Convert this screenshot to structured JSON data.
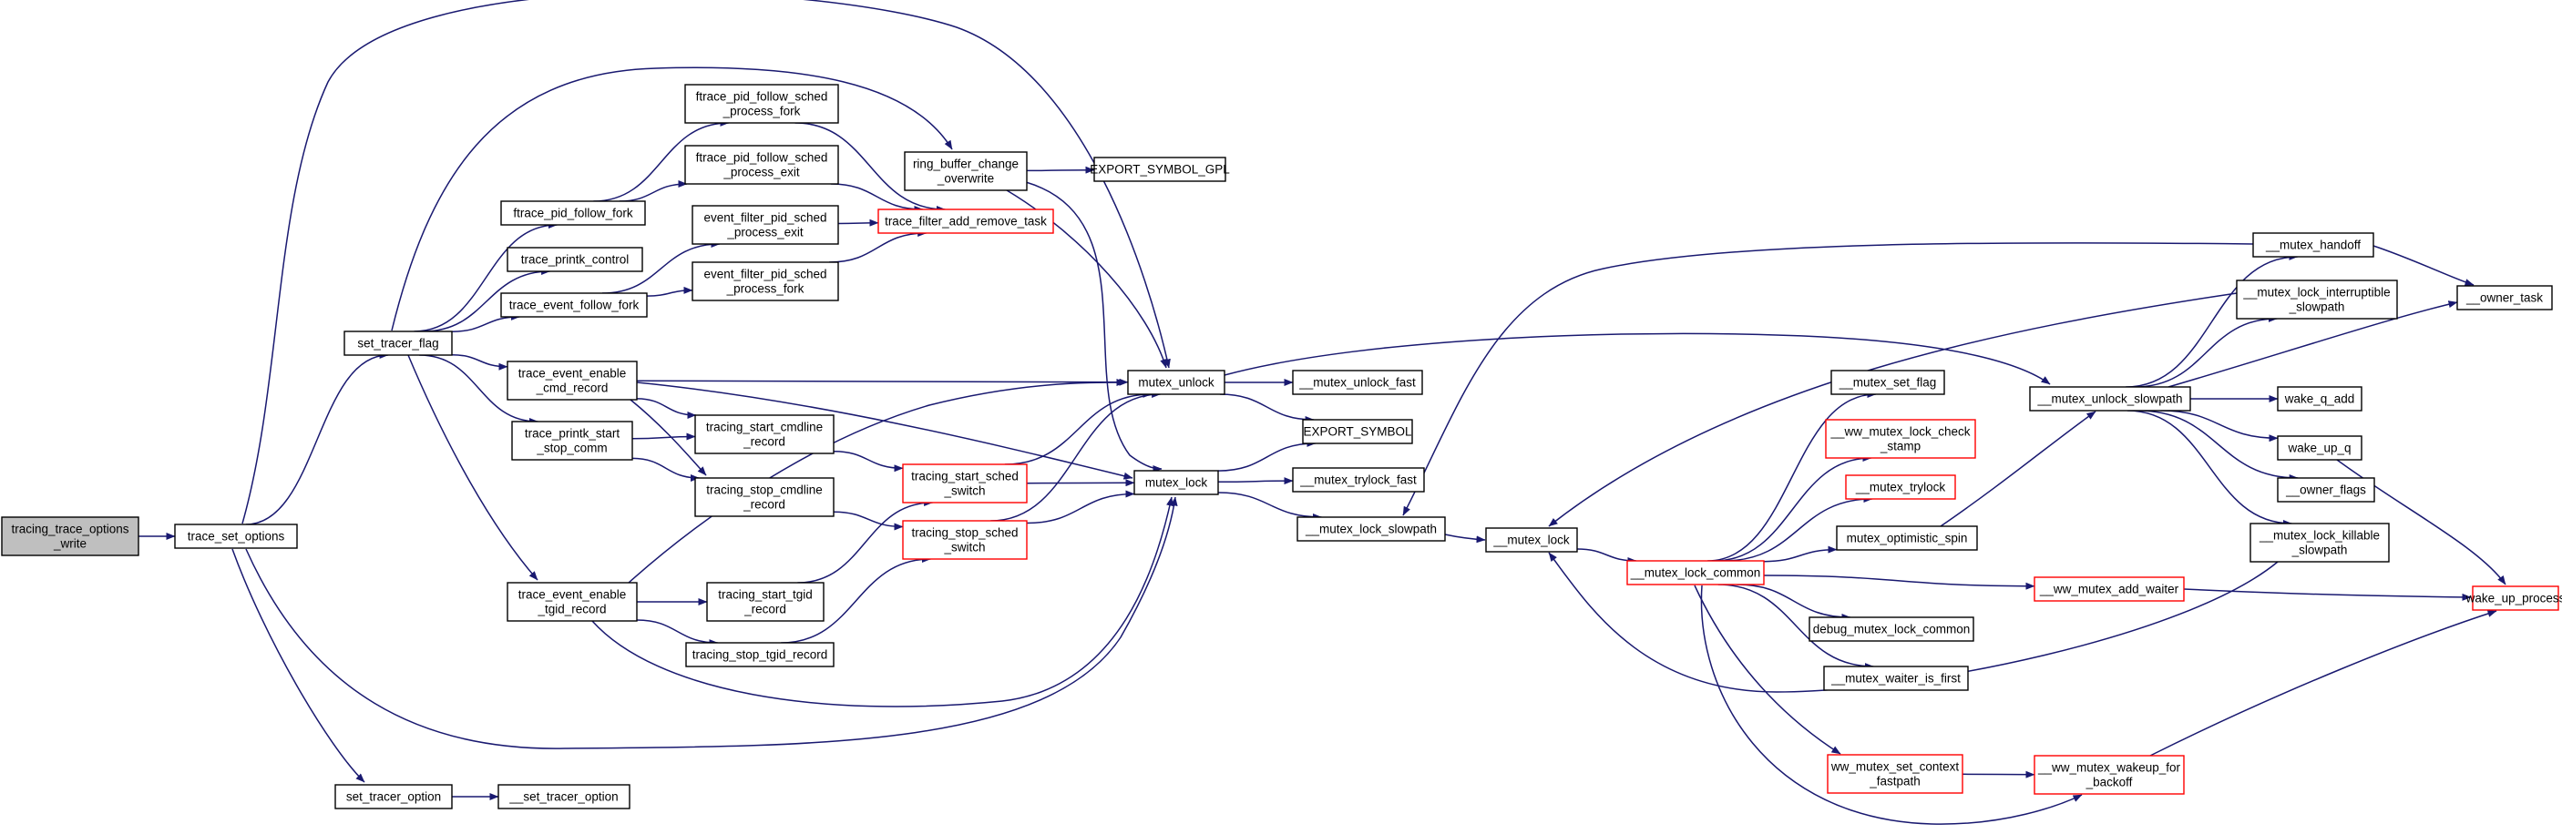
{
  "diagram": {
    "type": "call-graph",
    "colors": {
      "edge": "#191970",
      "node_border": "#000000",
      "truncated_node_border": "#ff0000",
      "root_fill": "#bfbfbf",
      "node_fill": "#ffffff"
    },
    "nodes": [
      {
        "id": "root",
        "lines": [
          "tracing_trace_options",
          "_write"
        ],
        "style": "root"
      },
      {
        "id": "trace_set_options",
        "lines": [
          "trace_set_options"
        ],
        "style": "normal"
      },
      {
        "id": "set_tracer_flag",
        "lines": [
          "set_tracer_flag"
        ],
        "style": "normal"
      },
      {
        "id": "set_tracer_option",
        "lines": [
          "set_tracer_option"
        ],
        "style": "normal"
      },
      {
        "id": "__set_tracer_option",
        "lines": [
          "__set_tracer_option"
        ],
        "style": "normal"
      },
      {
        "id": "ftrace_pid_follow_fork",
        "lines": [
          "ftrace_pid_follow_fork"
        ],
        "style": "normal"
      },
      {
        "id": "trace_printk_control",
        "lines": [
          "trace_printk_control"
        ],
        "style": "normal"
      },
      {
        "id": "trace_event_follow_fork",
        "lines": [
          "trace_event_follow_fork"
        ],
        "style": "normal"
      },
      {
        "id": "trace_event_enable_cmd_record",
        "lines": [
          "trace_event_enable",
          "_cmd_record"
        ],
        "style": "normal"
      },
      {
        "id": "trace_printk_start_stop_comm",
        "lines": [
          "trace_printk_start",
          "_stop_comm"
        ],
        "style": "normal"
      },
      {
        "id": "trace_event_enable_tgid_record",
        "lines": [
          "trace_event_enable",
          "_tgid_record"
        ],
        "style": "normal"
      },
      {
        "id": "ftrace_pid_follow_sched_process_fork",
        "lines": [
          "ftrace_pid_follow_sched",
          "_process_fork"
        ],
        "style": "normal"
      },
      {
        "id": "ftrace_pid_follow_sched_process_exit",
        "lines": [
          "ftrace_pid_follow_sched",
          "_process_exit"
        ],
        "style": "normal"
      },
      {
        "id": "event_filter_pid_sched_process_exit",
        "lines": [
          "event_filter_pid_sched",
          "_process_exit"
        ],
        "style": "normal"
      },
      {
        "id": "event_filter_pid_sched_process_fork",
        "lines": [
          "event_filter_pid_sched",
          "_process_fork"
        ],
        "style": "normal"
      },
      {
        "id": "tracing_start_cmdline_record",
        "lines": [
          "tracing_start_cmdline",
          "_record"
        ],
        "style": "normal"
      },
      {
        "id": "tracing_stop_cmdline_record",
        "lines": [
          "tracing_stop_cmdline",
          "_record"
        ],
        "style": "normal"
      },
      {
        "id": "tracing_start_tgid_record",
        "lines": [
          "tracing_start_tgid",
          "_record"
        ],
        "style": "normal"
      },
      {
        "id": "tracing_stop_tgid_record",
        "lines": [
          "tracing_stop_tgid_record"
        ],
        "style": "normal"
      },
      {
        "id": "trace_filter_add_remove_task",
        "lines": [
          "trace_filter_add_remove_task"
        ],
        "style": "truncated"
      },
      {
        "id": "tracing_start_sched_switch",
        "lines": [
          "tracing_start_sched",
          "_switch"
        ],
        "style": "truncated"
      },
      {
        "id": "tracing_stop_sched_switch",
        "lines": [
          "tracing_stop_sched",
          "_switch"
        ],
        "style": "truncated"
      },
      {
        "id": "ring_buffer_change_overwrite",
        "lines": [
          "ring_buffer_change",
          "_overwrite"
        ],
        "style": "normal"
      },
      {
        "id": "EXPORT_SYMBOL_GPL",
        "lines": [
          "EXPORT_SYMBOL_GPL"
        ],
        "style": "normal"
      },
      {
        "id": "mutex_unlock",
        "lines": [
          "mutex_unlock"
        ],
        "style": "normal"
      },
      {
        "id": "mutex_lock",
        "lines": [
          "mutex_lock"
        ],
        "style": "normal"
      },
      {
        "id": "__mutex_unlock_fast",
        "lines": [
          "__mutex_unlock_fast"
        ],
        "style": "normal"
      },
      {
        "id": "EXPORT_SYMBOL",
        "lines": [
          "EXPORT_SYMBOL"
        ],
        "style": "normal"
      },
      {
        "id": "__mutex_trylock_fast",
        "lines": [
          "__mutex_trylock_fast"
        ],
        "style": "normal"
      },
      {
        "id": "__mutex_lock_slowpath",
        "lines": [
          "__mutex_lock_slowpath"
        ],
        "style": "normal"
      },
      {
        "id": "__mutex_lock",
        "lines": [
          "__mutex_lock"
        ],
        "style": "normal"
      },
      {
        "id": "__mutex_lock_common",
        "lines": [
          "__mutex_lock_common"
        ],
        "style": "truncated"
      },
      {
        "id": "__mutex_set_flag",
        "lines": [
          "__mutex_set_flag"
        ],
        "style": "normal"
      },
      {
        "id": "__ww_mutex_lock_check_stamp",
        "lines": [
          "__ww_mutex_lock_check",
          "_stamp"
        ],
        "style": "truncated"
      },
      {
        "id": "__mutex_trylock",
        "lines": [
          "__mutex_trylock"
        ],
        "style": "truncated"
      },
      {
        "id": "mutex_optimistic_spin",
        "lines": [
          "mutex_optimistic_spin"
        ],
        "style": "normal"
      },
      {
        "id": "debug_mutex_lock_common",
        "lines": [
          "debug_mutex_lock_common"
        ],
        "style": "normal"
      },
      {
        "id": "__mutex_waiter_is_first",
        "lines": [
          "__mutex_waiter_is_first"
        ],
        "style": "normal"
      },
      {
        "id": "ww_mutex_set_context_fastpath",
        "lines": [
          "ww_mutex_set_context",
          "_fastpath"
        ],
        "style": "truncated"
      },
      {
        "id": "__ww_mutex_add_waiter",
        "lines": [
          "__ww_mutex_add_waiter"
        ],
        "style": "truncated"
      },
      {
        "id": "__ww_mutex_wakeup_for_backoff",
        "lines": [
          "__ww_mutex_wakeup_for",
          "_backoff"
        ],
        "style": "truncated"
      },
      {
        "id": "__mutex_unlock_slowpath",
        "lines": [
          "__mutex_unlock_slowpath"
        ],
        "style": "normal"
      },
      {
        "id": "__mutex_handoff",
        "lines": [
          "__mutex_handoff"
        ],
        "style": "normal"
      },
      {
        "id": "__mutex_lock_interruptible_slowpath",
        "lines": [
          "__mutex_lock_interruptible",
          "_slowpath"
        ],
        "style": "normal"
      },
      {
        "id": "__owner_task",
        "lines": [
          "__owner_task"
        ],
        "style": "normal"
      },
      {
        "id": "wake_q_add",
        "lines": [
          "wake_q_add"
        ],
        "style": "normal"
      },
      {
        "id": "wake_up_q",
        "lines": [
          "wake_up_q"
        ],
        "style": "normal"
      },
      {
        "id": "__owner_flags",
        "lines": [
          "__owner_flags"
        ],
        "style": "normal"
      },
      {
        "id": "__mutex_lock_killable_slowpath",
        "lines": [
          "__mutex_lock_killable",
          "_slowpath"
        ],
        "style": "normal"
      },
      {
        "id": "wake_up_process",
        "lines": [
          "wake_up_process"
        ],
        "style": "truncated"
      }
    ],
    "edges": [
      [
        "root",
        "trace_set_options"
      ],
      [
        "trace_set_options",
        "set_tracer_flag"
      ],
      [
        "trace_set_options",
        "set_tracer_option"
      ],
      [
        "trace_set_options",
        "mutex_unlock"
      ],
      [
        "trace_set_options",
        "mutex_lock"
      ],
      [
        "set_tracer_option",
        "__set_tracer_option"
      ],
      [
        "set_tracer_flag",
        "ftrace_pid_follow_fork"
      ],
      [
        "set_tracer_flag",
        "trace_printk_control"
      ],
      [
        "set_tracer_flag",
        "trace_event_follow_fork"
      ],
      [
        "set_tracer_flag",
        "trace_event_enable_cmd_record"
      ],
      [
        "set_tracer_flag",
        "trace_printk_start_stop_comm"
      ],
      [
        "set_tracer_flag",
        "trace_event_enable_tgid_record"
      ],
      [
        "set_tracer_flag",
        "ring_buffer_change_overwrite"
      ],
      [
        "ftrace_pid_follow_fork",
        "ftrace_pid_follow_sched_process_fork"
      ],
      [
        "ftrace_pid_follow_fork",
        "ftrace_pid_follow_sched_process_exit"
      ],
      [
        "ftrace_pid_follow_sched_process_fork",
        "trace_filter_add_remove_task"
      ],
      [
        "ftrace_pid_follow_sched_process_exit",
        "trace_filter_add_remove_task"
      ],
      [
        "trace_event_follow_fork",
        "event_filter_pid_sched_process_exit"
      ],
      [
        "trace_event_follow_fork",
        "event_filter_pid_sched_process_fork"
      ],
      [
        "event_filter_pid_sched_process_exit",
        "trace_filter_add_remove_task"
      ],
      [
        "event_filter_pid_sched_process_fork",
        "trace_filter_add_remove_task"
      ],
      [
        "trace_event_enable_cmd_record",
        "mutex_unlock"
      ],
      [
        "trace_event_enable_cmd_record",
        "mutex_lock"
      ],
      [
        "trace_event_enable_cmd_record",
        "tracing_start_cmdline_record"
      ],
      [
        "trace_event_enable_cmd_record",
        "tracing_stop_cmdline_record"
      ],
      [
        "trace_printk_start_stop_comm",
        "tracing_start_cmdline_record"
      ],
      [
        "trace_printk_start_stop_comm",
        "tracing_stop_cmdline_record"
      ],
      [
        "tracing_start_cmdline_record",
        "tracing_start_sched_switch"
      ],
      [
        "tracing_stop_cmdline_record",
        "tracing_stop_sched_switch"
      ],
      [
        "trace_event_enable_tgid_record",
        "tracing_start_tgid_record"
      ],
      [
        "trace_event_enable_tgid_record",
        "tracing_stop_tgid_record"
      ],
      [
        "trace_event_enable_tgid_record",
        "mutex_unlock"
      ],
      [
        "trace_event_enable_tgid_record",
        "mutex_lock"
      ],
      [
        "tracing_start_tgid_record",
        "tracing_start_sched_switch"
      ],
      [
        "tracing_stop_tgid_record",
        "tracing_stop_sched_switch"
      ],
      [
        "tracing_start_sched_switch",
        "mutex_unlock"
      ],
      [
        "tracing_start_sched_switch",
        "mutex_lock"
      ],
      [
        "tracing_stop_sched_switch",
        "mutex_unlock"
      ],
      [
        "tracing_stop_sched_switch",
        "mutex_lock"
      ],
      [
        "ring_buffer_change_overwrite",
        "EXPORT_SYMBOL_GPL"
      ],
      [
        "ring_buffer_change_overwrite",
        "mutex_unlock"
      ],
      [
        "ring_buffer_change_overwrite",
        "mutex_lock"
      ],
      [
        "mutex_unlock",
        "__mutex_unlock_fast"
      ],
      [
        "mutex_unlock",
        "EXPORT_SYMBOL"
      ],
      [
        "mutex_unlock",
        "__mutex_unlock_slowpath"
      ],
      [
        "mutex_lock",
        "EXPORT_SYMBOL"
      ],
      [
        "mutex_lock",
        "__mutex_trylock_fast"
      ],
      [
        "mutex_lock",
        "__mutex_lock_slowpath"
      ],
      [
        "__mutex_lock_slowpath",
        "__mutex_lock"
      ],
      [
        "__mutex_lock",
        "__mutex_lock_common"
      ],
      [
        "__mutex_lock_common",
        "__mutex_set_flag"
      ],
      [
        "__mutex_lock_common",
        "__ww_mutex_lock_check_stamp"
      ],
      [
        "__mutex_lock_common",
        "__mutex_trylock"
      ],
      [
        "__mutex_lock_common",
        "mutex_optimistic_spin"
      ],
      [
        "__mutex_lock_common",
        "__ww_mutex_add_waiter"
      ],
      [
        "__mutex_lock_common",
        "debug_mutex_lock_common"
      ],
      [
        "__mutex_lock_common",
        "__mutex_waiter_is_first"
      ],
      [
        "__mutex_lock_common",
        "ww_mutex_set_context_fastpath"
      ],
      [
        "__mutex_lock_common",
        "__ww_mutex_wakeup_for_backoff"
      ],
      [
        "ww_mutex_set_context_fastpath",
        "__ww_mutex_wakeup_for_backoff"
      ],
      [
        "__ww_mutex_wakeup_for_backoff",
        "wake_up_process"
      ],
      [
        "__ww_mutex_add_waiter",
        "wake_up_process"
      ],
      [
        "mutex_optimistic_spin",
        "__mutex_unlock_slowpath"
      ],
      [
        "__mutex_unlock_slowpath",
        "__mutex_handoff"
      ],
      [
        "__mutex_unlock_slowpath",
        "__mutex_lock_interruptible_slowpath"
      ],
      [
        "__mutex_unlock_slowpath",
        "__owner_task"
      ],
      [
        "__mutex_unlock_slowpath",
        "wake_q_add"
      ],
      [
        "__mutex_unlock_slowpath",
        "wake_up_q"
      ],
      [
        "__mutex_unlock_slowpath",
        "__owner_flags"
      ],
      [
        "__mutex_unlock_slowpath",
        "__mutex_lock_killable_slowpath"
      ],
      [
        "__mutex_handoff",
        "__owner_task"
      ],
      [
        "__mutex_handoff",
        "__mutex_lock_slowpath"
      ],
      [
        "__mutex_lock_interruptible_slowpath",
        "__mutex_lock"
      ],
      [
        "__mutex_lock_killable_slowpath",
        "__mutex_lock"
      ],
      [
        "wake_up_q",
        "wake_up_process"
      ]
    ]
  }
}
